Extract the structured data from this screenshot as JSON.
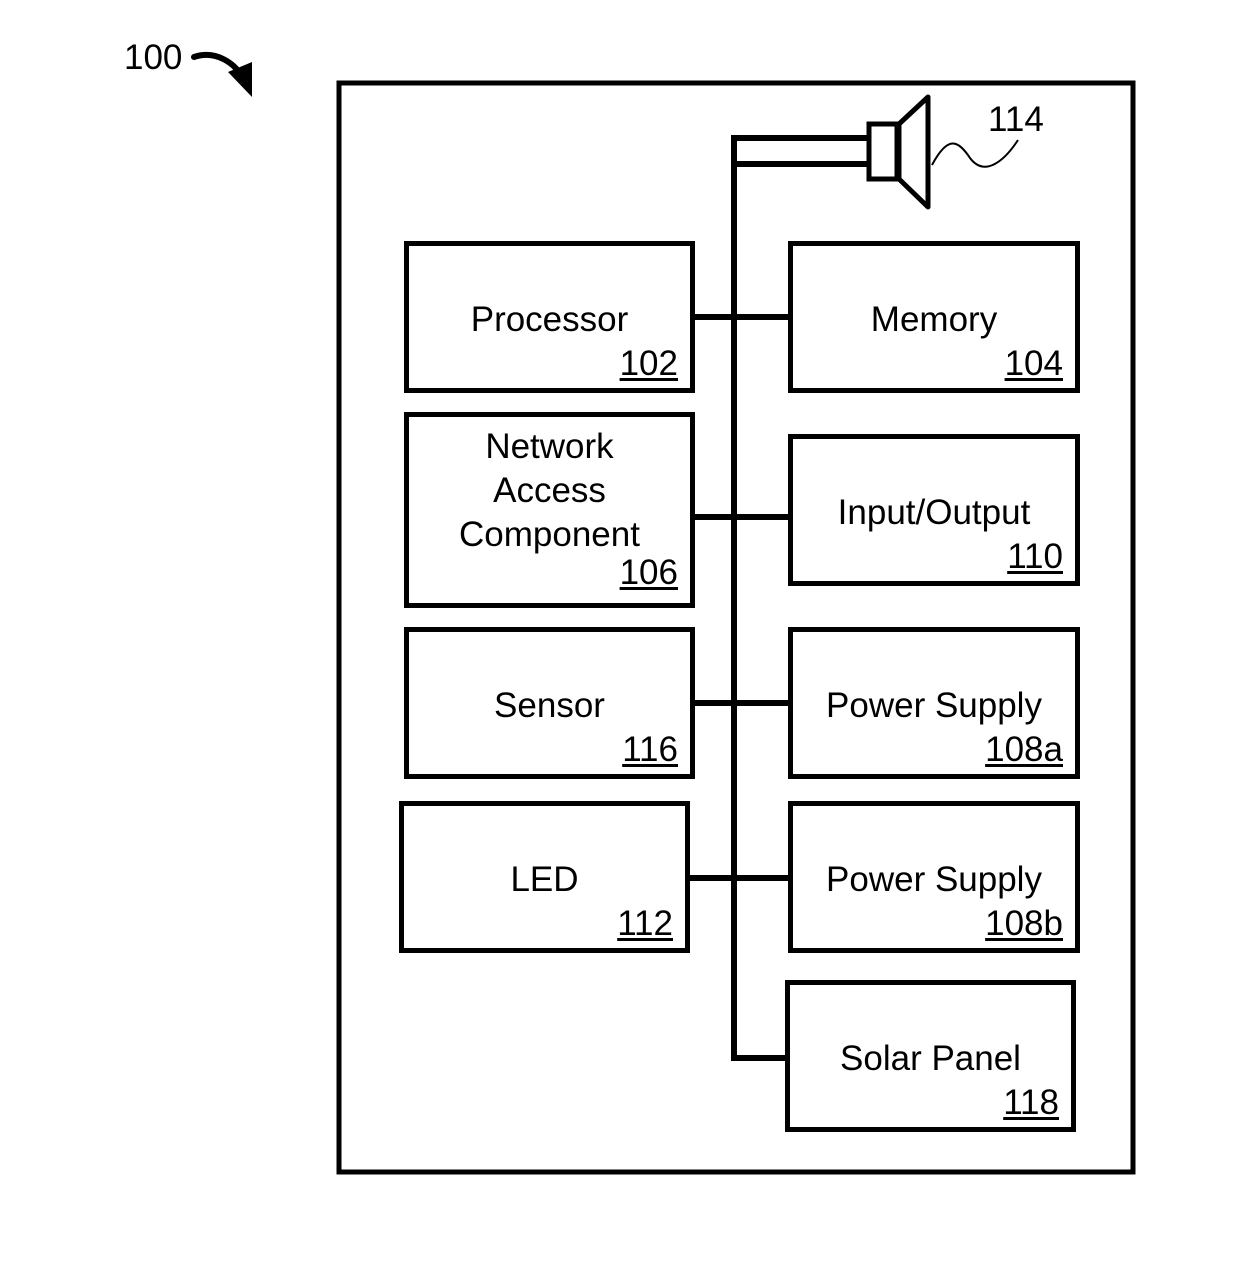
{
  "figure": {
    "label": "100",
    "speaker_ref": "114"
  },
  "components": {
    "processor": {
      "name": "Processor",
      "ref": "102"
    },
    "memory": {
      "name": "Memory",
      "ref": "104"
    },
    "network": {
      "name_lines": [
        "Network",
        "Access",
        "Component"
      ],
      "ref": "106"
    },
    "io": {
      "name": "Input/Output",
      "ref": "110"
    },
    "sensor": {
      "name": "Sensor",
      "ref": "116"
    },
    "power_a": {
      "name": "Power Supply",
      "ref": "108a"
    },
    "led": {
      "name": "LED",
      "ref": "112"
    },
    "power_b": {
      "name": "Power Supply",
      "ref": "108b"
    },
    "solar": {
      "name": "Solar Panel",
      "ref": "118"
    }
  }
}
